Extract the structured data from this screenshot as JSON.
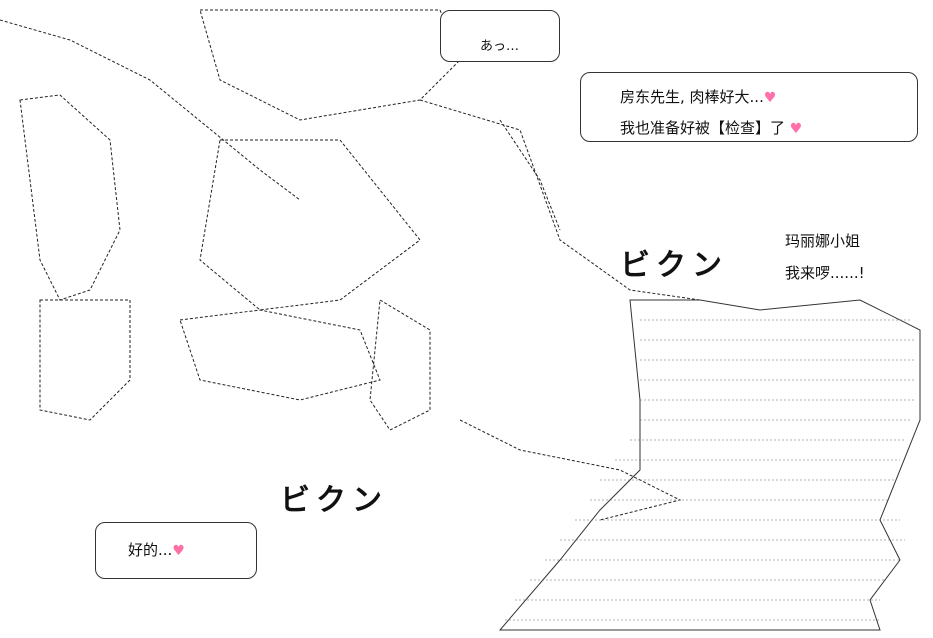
{
  "bubbles": {
    "top_right": {
      "line1": "房东先生, 肉棒好大...",
      "line2": "我也准备好被【检查】了"
    },
    "bottom_left": {
      "line1": "好的..."
    },
    "top_center": {
      "line1": "あっ…"
    }
  },
  "captions": {
    "speaker": "玛丽娜小姐",
    "line": "我来啰......!"
  },
  "sfx": {
    "right": "ビクン",
    "center": "ビクン"
  },
  "icons": {
    "heart": "heart-icon"
  },
  "colors": {
    "heart": "#ff6fa8",
    "ink": "#111111"
  }
}
